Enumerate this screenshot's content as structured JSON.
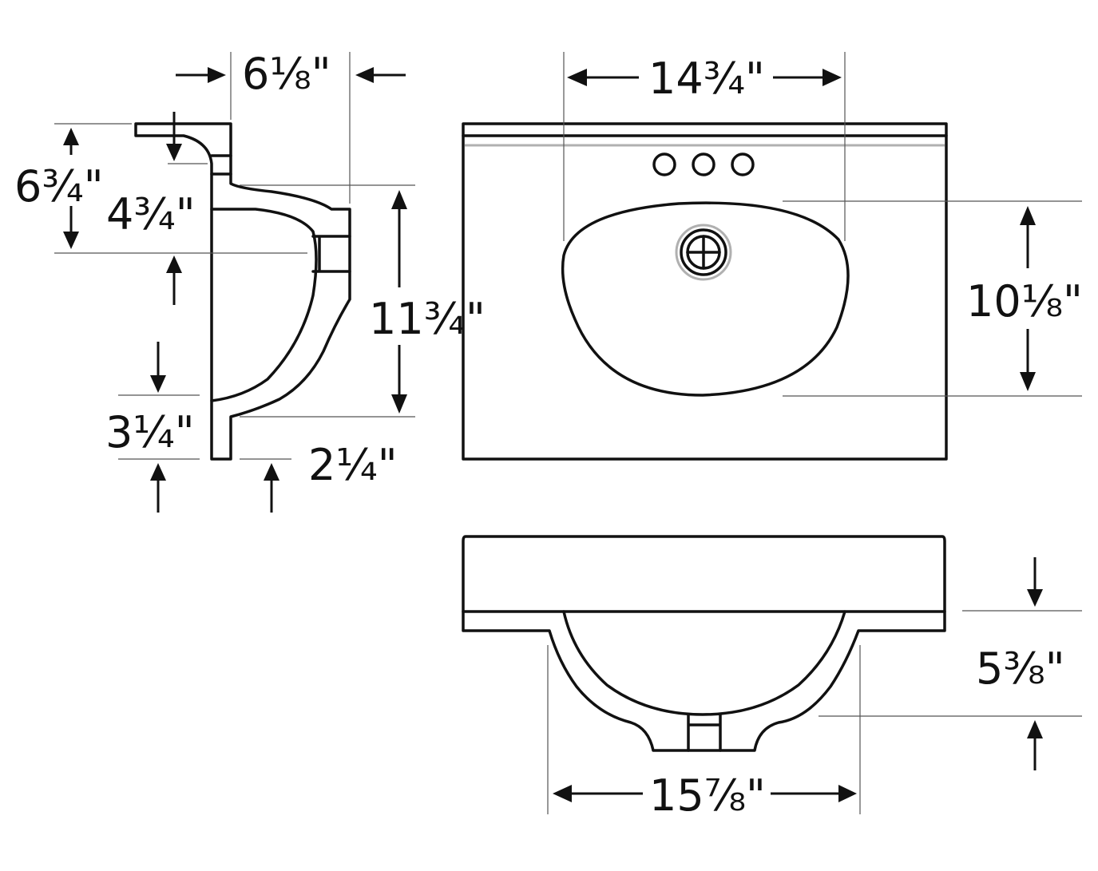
{
  "dimensions": {
    "side_top_depth": "6⅛\"",
    "side_total_height": "6¾\"",
    "side_bowl_top": "4¾\"",
    "side_bowl_height": "11¾\"",
    "side_foot_height": "3¼\"",
    "side_foot_depth": "2¼\"",
    "top_bowl_width": "14¾\"",
    "top_bowl_depth": "10⅛\"",
    "front_bowl_depth": "5⅜\"",
    "front_bowl_width": "15⅞\""
  },
  "colors": {
    "line": "#111111",
    "extension": "#555555",
    "drain_ring": "#b0b0b0"
  }
}
